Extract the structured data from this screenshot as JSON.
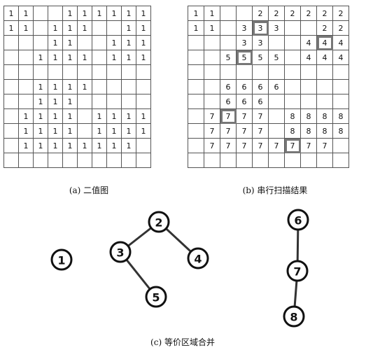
{
  "binary_image": {
    "caption": "(a) 二值图",
    "rows": [
      [
        "1",
        "1",
        "",
        "",
        "1",
        "1",
        "1",
        "1",
        "1",
        "1"
      ],
      [
        "1",
        "1",
        "",
        "1",
        "1",
        "1",
        "",
        "",
        "1",
        "1"
      ],
      [
        "",
        "",
        "",
        "1",
        "1",
        "",
        "",
        "1",
        "1",
        "1"
      ],
      [
        "",
        "",
        "1",
        "1",
        "1",
        "1",
        "",
        "1",
        "1",
        "1"
      ],
      [
        "",
        "",
        "",
        "",
        "",
        "",
        "",
        "",
        "",
        ""
      ],
      [
        "",
        "",
        "1",
        "1",
        "1",
        "1",
        "",
        "",
        "",
        ""
      ],
      [
        "",
        "",
        "1",
        "1",
        "1",
        "",
        "",
        "",
        "",
        ""
      ],
      [
        "",
        "1",
        "1",
        "1",
        "1",
        "",
        "1",
        "1",
        "1",
        "1"
      ],
      [
        "",
        "1",
        "1",
        "1",
        "1",
        "",
        "1",
        "1",
        "1",
        "1"
      ],
      [
        "",
        "1",
        "1",
        "1",
        "1",
        "1",
        "1",
        "1",
        "1",
        ""
      ],
      [
        "",
        "",
        "",
        "",
        "",
        "",
        "",
        "",
        "",
        ""
      ]
    ]
  },
  "scan_result": {
    "caption": "(b) 串行扫描结果",
    "rows": [
      [
        "1",
        "1",
        "",
        "",
        "2",
        "2",
        "2",
        "2",
        "2",
        "2"
      ],
      [
        "1",
        "1",
        "",
        "3",
        "3",
        "3",
        "",
        "",
        "2",
        "2"
      ],
      [
        "",
        "",
        "",
        "3",
        "3",
        "",
        "",
        "4",
        "4",
        "4"
      ],
      [
        "",
        "",
        "5",
        "5",
        "5",
        "5",
        "",
        "4",
        "4",
        "4"
      ],
      [
        "",
        "",
        "",
        "",
        "",
        "",
        "",
        "",
        "",
        ""
      ],
      [
        "",
        "",
        "6",
        "6",
        "6",
        "6",
        "",
        "",
        "",
        ""
      ],
      [
        "",
        "",
        "6",
        "6",
        "6",
        "",
        "",
        "",
        "",
        ""
      ],
      [
        "",
        "7",
        "7",
        "7",
        "7",
        "",
        "8",
        "8",
        "8",
        "8"
      ],
      [
        "",
        "7",
        "7",
        "7",
        "7",
        "",
        "8",
        "8",
        "8",
        "8"
      ],
      [
        "",
        "7",
        "7",
        "7",
        "7",
        "7",
        "7",
        "7",
        "7",
        ""
      ],
      [
        "",
        "",
        "",
        "",
        "",
        "",
        "",
        "",
        "",
        ""
      ]
    ],
    "highlighted_cells": [
      [
        1,
        4
      ],
      [
        2,
        8
      ],
      [
        3,
        3
      ],
      [
        7,
        2
      ],
      [
        9,
        6
      ]
    ]
  },
  "merge_graph": {
    "caption": "(c) 等价区域合并",
    "nodes": [
      {
        "id": "1",
        "label": "1"
      },
      {
        "id": "2",
        "label": "2"
      },
      {
        "id": "3",
        "label": "3"
      },
      {
        "id": "4",
        "label": "4"
      },
      {
        "id": "5",
        "label": "5"
      },
      {
        "id": "6",
        "label": "6"
      },
      {
        "id": "7",
        "label": "7"
      },
      {
        "id": "8",
        "label": "8"
      }
    ],
    "edges": [
      [
        "2",
        "3"
      ],
      [
        "2",
        "4"
      ],
      [
        "3",
        "5"
      ],
      [
        "6",
        "7"
      ],
      [
        "7",
        "8"
      ]
    ]
  }
}
